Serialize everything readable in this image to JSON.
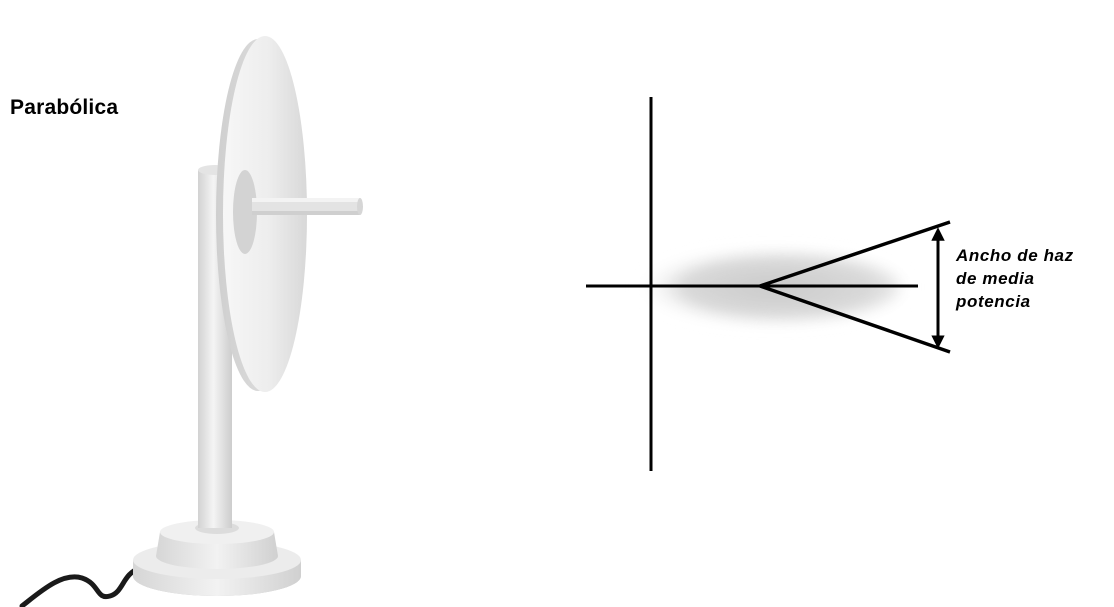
{
  "antenna": {
    "title": "Parabólica",
    "illustration": "parabolic-dish-antenna-on-stand"
  },
  "radiation_diagram": {
    "beam_label_lines": [
      "Ancho de haz",
      "de media",
      "potencia"
    ]
  },
  "colors": {
    "background": "#ffffff",
    "lines": "#000000",
    "antenna_body": "#e6e6e6",
    "lobe_shadow": "#c8c8c8"
  }
}
